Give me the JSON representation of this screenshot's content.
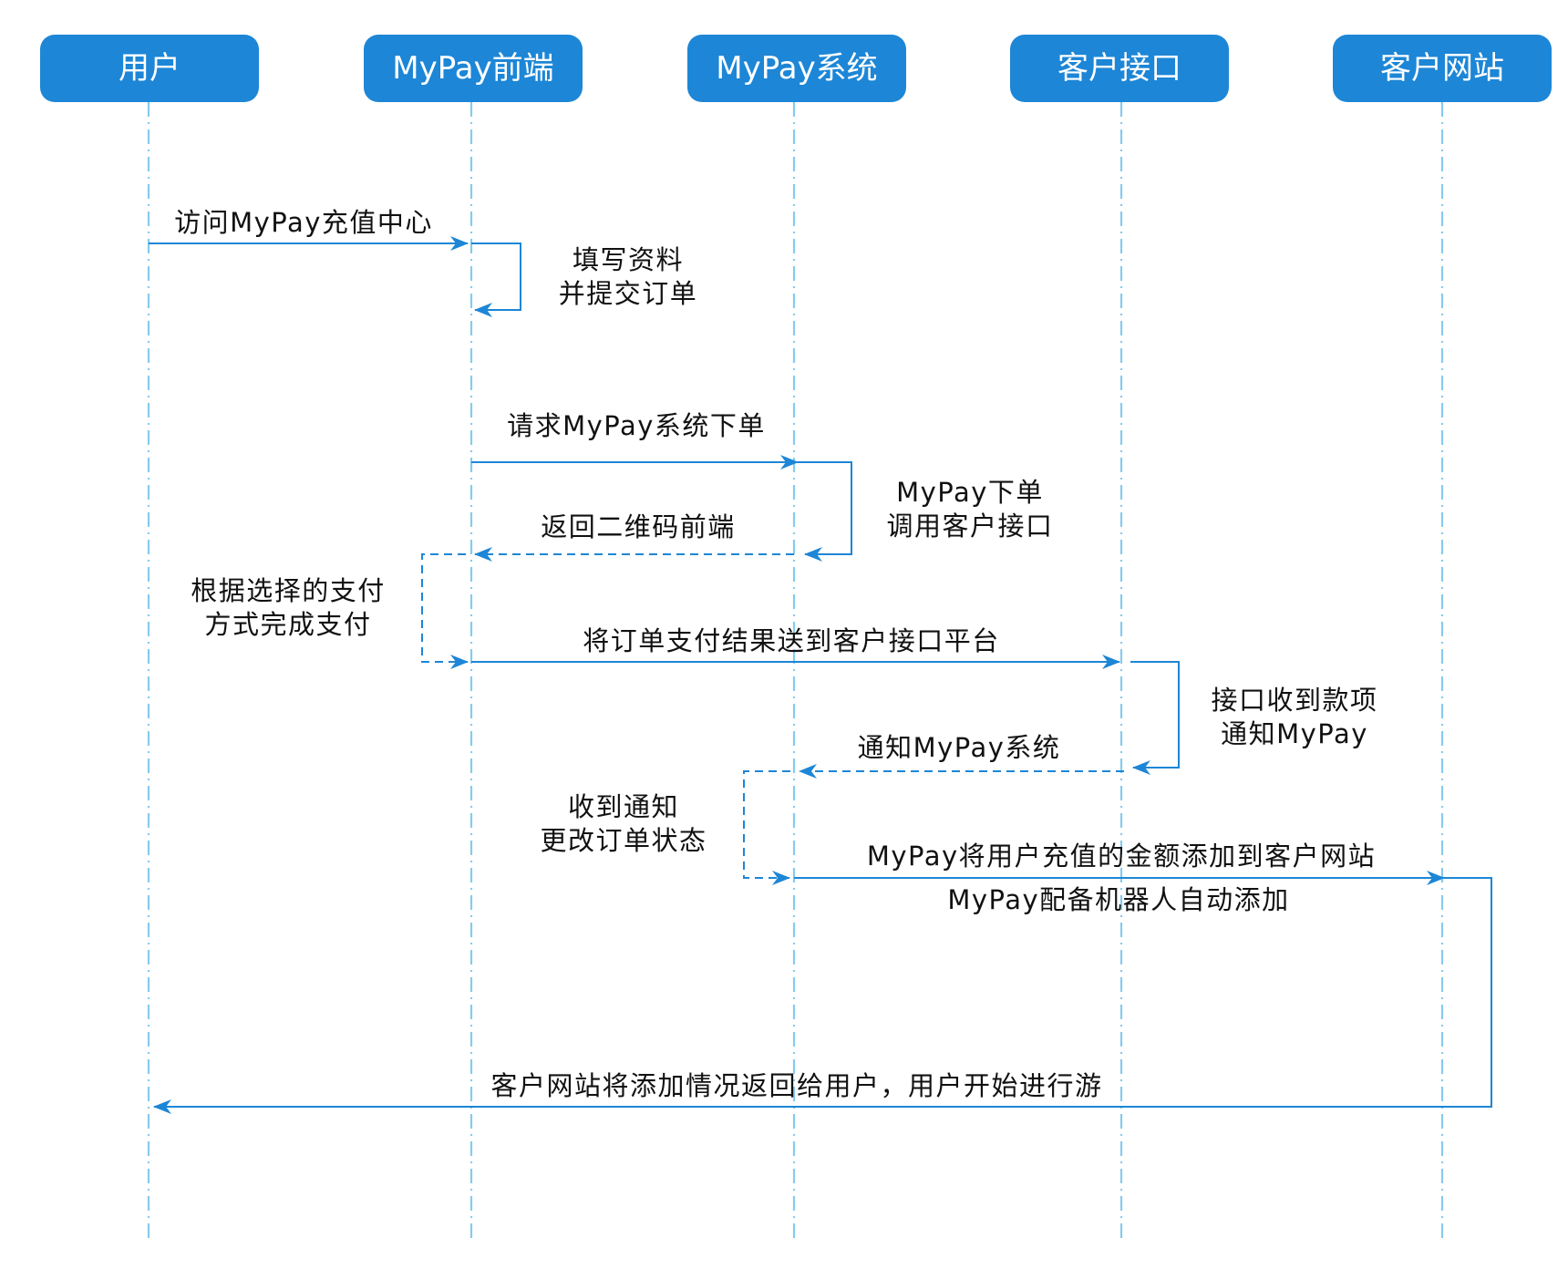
{
  "colors": {
    "actor_fill": "#1d86d6",
    "actor_text": "#ffffff",
    "lifeline": "#86cbee",
    "arrow": "#1d86d6",
    "message_text": "#111111"
  },
  "actors": [
    {
      "id": "user",
      "label": "用户"
    },
    {
      "id": "frontend",
      "label": "MyPay前端"
    },
    {
      "id": "system",
      "label": "MyPay系统"
    },
    {
      "id": "client_api",
      "label": "客户接口"
    },
    {
      "id": "client_site",
      "label": "客户网站"
    }
  ],
  "messages": [
    {
      "from": "user",
      "to": "frontend",
      "style": "solid",
      "label": [
        "访问MyPay充值中心"
      ]
    },
    {
      "from": "frontend",
      "to": "frontend",
      "style": "solid",
      "label": [
        "填写资料",
        "并提交订单"
      ]
    },
    {
      "from": "frontend",
      "to": "system",
      "style": "solid",
      "label": [
        "请求MyPay系统下单"
      ]
    },
    {
      "from": "system",
      "to": "system",
      "style": "solid",
      "label": [
        "MyPay下单",
        "调用客户接口"
      ]
    },
    {
      "from": "system",
      "to": "frontend",
      "style": "dashed",
      "label": [
        "返回二维码前端"
      ]
    },
    {
      "from": "frontend",
      "to": "frontend",
      "style": "dashed",
      "label": [
        "根据选择的支付",
        "方式完成支付"
      ]
    },
    {
      "from": "frontend",
      "to": "client_api",
      "style": "solid",
      "label": [
        "将订单支付结果送到客户接口平台"
      ]
    },
    {
      "from": "client_api",
      "to": "client_api",
      "style": "solid",
      "label": [
        "接口收到款项",
        "通知MyPay"
      ]
    },
    {
      "from": "client_api",
      "to": "system",
      "style": "dashed",
      "label": [
        "通知MyPay系统"
      ]
    },
    {
      "from": "system",
      "to": "system",
      "style": "dashed",
      "label": [
        "收到通知",
        "更改订单状态"
      ]
    },
    {
      "from": "system",
      "to": "client_site",
      "style": "solid",
      "label": [
        "MyPay将用户充值的金额添加到客户网站",
        "MyPay配备机器人自动添加"
      ]
    },
    {
      "from": "client_site",
      "to": "user",
      "style": "solid",
      "label": [
        "客户网站将添加情况返回给用户，用户开始进行游"
      ]
    }
  ]
}
